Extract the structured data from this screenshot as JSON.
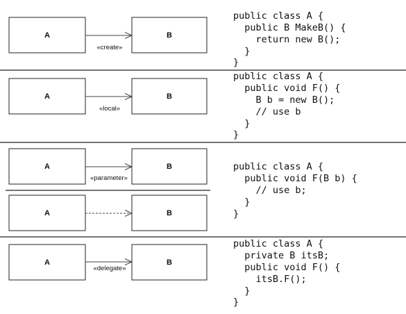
{
  "panels": [
    {
      "id": "create",
      "diagrams": [
        {
          "left_box": "A",
          "right_box": "B",
          "stereotype": "«create»",
          "dashed": false
        }
      ],
      "code": [
        "public class A {",
        "  public B MakeB() {",
        "    return new B();",
        "  }",
        "}"
      ]
    },
    {
      "id": "local",
      "diagrams": [
        {
          "left_box": "A",
          "right_box": "B",
          "stereotype": "«local»",
          "dashed": false
        }
      ],
      "code": [
        "public class A {",
        "  public void F() {",
        "    B b = new B();",
        "    // use b",
        "  }",
        "}"
      ]
    },
    {
      "id": "parameter",
      "diagrams": [
        {
          "left_box": "A",
          "right_box": "B",
          "stereotype": "«parameter»",
          "dashed": false
        },
        {
          "left_box": "A",
          "right_box": "B",
          "stereotype": "",
          "dashed": true
        }
      ],
      "code": [
        "public class A {",
        "  public void F(B b) {",
        "    // use b;",
        "  }",
        "}"
      ]
    },
    {
      "id": "delegate",
      "diagrams": [
        {
          "left_box": "A",
          "right_box": "B",
          "stereotype": "«delegate»",
          "dashed": false
        }
      ],
      "code": [
        "public class A {",
        "  private B itsB;",
        "  public void F() {",
        "    itsB.F();",
        "  }",
        "}"
      ]
    }
  ]
}
